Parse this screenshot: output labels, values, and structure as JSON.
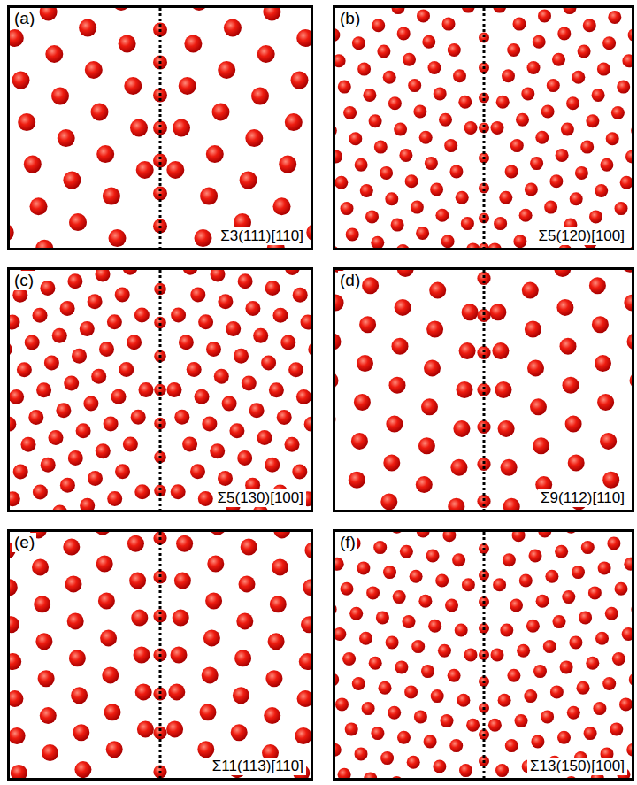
{
  "diagram": {
    "nodes": [
      {
        "text": [
          "(a)",
          "Σ3(111)[110]"
        ]
      },
      {
        "text": [
          "(b)",
          "Σ5(120)[100]"
        ]
      },
      {
        "text": [
          "(c)",
          "Σ5(130)[100]"
        ]
      },
      {
        "text": [
          "(d)",
          "Σ9(112)[110]"
        ]
      },
      {
        "text": [
          "(e)",
          "Σ11(113)[110]"
        ]
      },
      {
        "text": [
          "(f)",
          "Σ13(150)[100]"
        ]
      }
    ]
  }
}
